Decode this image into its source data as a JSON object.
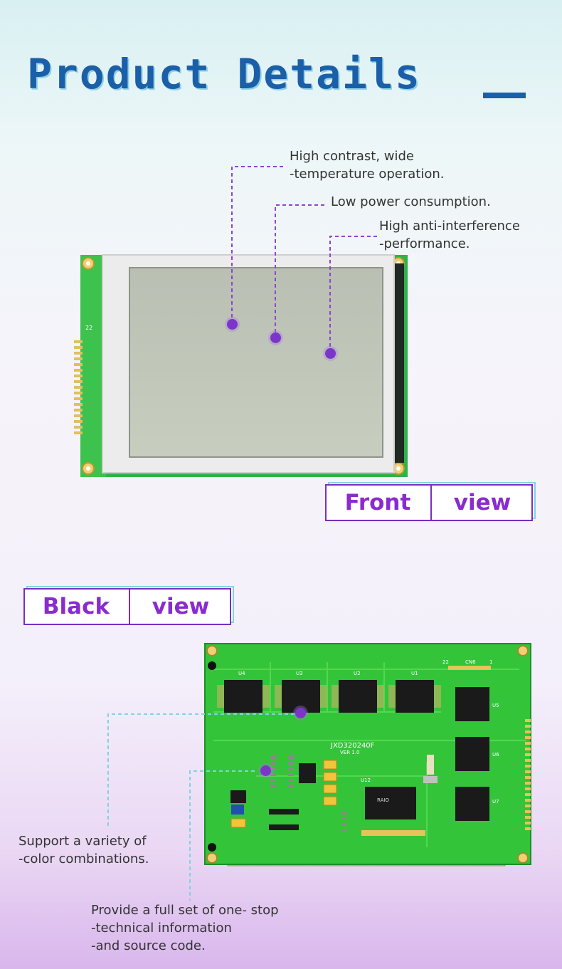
{
  "header": {
    "title": "Product Details"
  },
  "front_callouts": [
    {
      "line1": "High contrast, wide",
      "line2": "-temperature operation."
    },
    {
      "line1": "Low power consumption.",
      "line2": ""
    },
    {
      "line1": "High anti-interference",
      "line2": "-performance."
    }
  ],
  "front_tab": {
    "word1": "Front",
    "word2": "view"
  },
  "back_tab": {
    "word1": "Black",
    "word2": "view"
  },
  "back_callouts": [
    {
      "line1": "Support a variety of",
      "line2": "-color combinations.",
      "line3": ""
    },
    {
      "line1": "Provide a full set of one- stop",
      "line2": "-technical information",
      "line3": "-and source code."
    }
  ],
  "pcb_labels": {
    "model": "JXD320240F",
    "version": "VER 1.0",
    "chip": "RAIO",
    "u1": "U1",
    "u2": "U2",
    "u3": "U3",
    "u4": "U4",
    "u5": "U5",
    "u6": "U6",
    "u7": "U7",
    "u12": "U12",
    "cn6": "CN6",
    "pin22": "22",
    "pin22b": "22",
    "pin1": "1"
  },
  "colors": {
    "accent": "#7a2fc1",
    "title": "#1b5fa8",
    "pcb": "#38c63a",
    "bezel": "#ececec"
  }
}
